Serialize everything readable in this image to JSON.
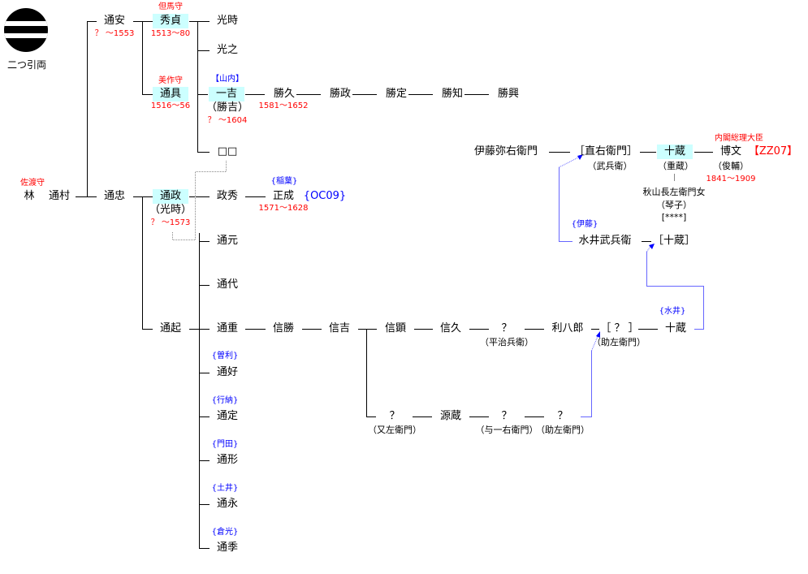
{
  "crest": {
    "label": "二つ引両"
  },
  "nodes": {
    "hayashi": "林",
    "michimura": "通村",
    "michiyasu": "通安",
    "hidesada": "秀貞",
    "mitsutoki": "光時",
    "mitsuyuki": "光之",
    "michitomo": "通具",
    "kazuyoshi": "一吉",
    "katsuhisa": "勝久",
    "katsumasa": "勝政",
    "katsusada": "勝定",
    "katsutomo": "勝知",
    "katsuoki": "勝興",
    "unknown_box": "□□",
    "michitada": "通忠",
    "michimasa": "通政",
    "masahide": "政秀",
    "masanari": "正成",
    "masanari_code": "{OC09}",
    "michimoto": "通元",
    "michiyo": "通代",
    "michioki": "通起",
    "michishige": "通重",
    "nobukatsu": "信勝",
    "nobuyoshi": "信吉",
    "nobuaki": "信顕",
    "nobuhisa": "信久",
    "q1": "？",
    "rihachiro": "利八郎",
    "q_bracket": "［ ？ ］",
    "juzo_a": "十蔵",
    "michiyoshi": "通好",
    "michisada": "通定",
    "michikata": "通形",
    "michinaga": "通永",
    "michisue": "通季",
    "q2": "？",
    "genzo": "源蔵",
    "q3": "？",
    "q4": "？",
    "ito_yaemon": "伊藤弥右衛門",
    "naoemon": "［直右衛門］",
    "juzo_b": "十蔵",
    "hirobumi": "博文",
    "hirobumi_code": "【ZZ07】",
    "mizui_buhei": "水井武兵衛",
    "juzo_c": "［十蔵］"
  },
  "notes": {
    "sado": "佐渡守",
    "tajima": "但馬守",
    "michiyasu_dates": "？ ～1553",
    "hidesada_dates": "1513～80",
    "mimasaka": "美作守",
    "michitomo_dates": "1516～56",
    "yamauchi": "【山内】",
    "katsuyoshi": "（勝吉）",
    "kazuyoshi_dates": "？ ～1604",
    "katsuhisa_dates": "1581～1652",
    "inaba": "{稲葉}",
    "masanari_dates": "1571～1628",
    "mitsutoki_alias": "（光時）",
    "michimasa_dates": "？ ～1573",
    "buhei": "（武兵衛）",
    "juzo_alias": "（重蔵）",
    "akiyama": "秋山長左衛門女",
    "kotoko": "（琴子）",
    "stars": "[****]",
    "pm": "内閣総理大臣",
    "shunsuke": "（俊輔）",
    "hirobumi_dates": "1841～1909",
    "ito": "{伊藤}",
    "mizui": "{水井}",
    "heijibei": "（平治兵衛）",
    "sukezaemon_a": "（助左衛門）",
    "matazaemon": "（又左衛門）",
    "yoichiemon": "（与一右衛門）",
    "sukezaemon_b": "（助左衛門）",
    "sori": "{曽利}",
    "gyono": "{行納}",
    "kadota": "{門田}",
    "doi": "{土井}",
    "kuramitsu": "{倉光}"
  },
  "colors": {
    "highlight": "#ccffff",
    "note_red": "#ff0000",
    "note_blue": "#0000ff"
  }
}
